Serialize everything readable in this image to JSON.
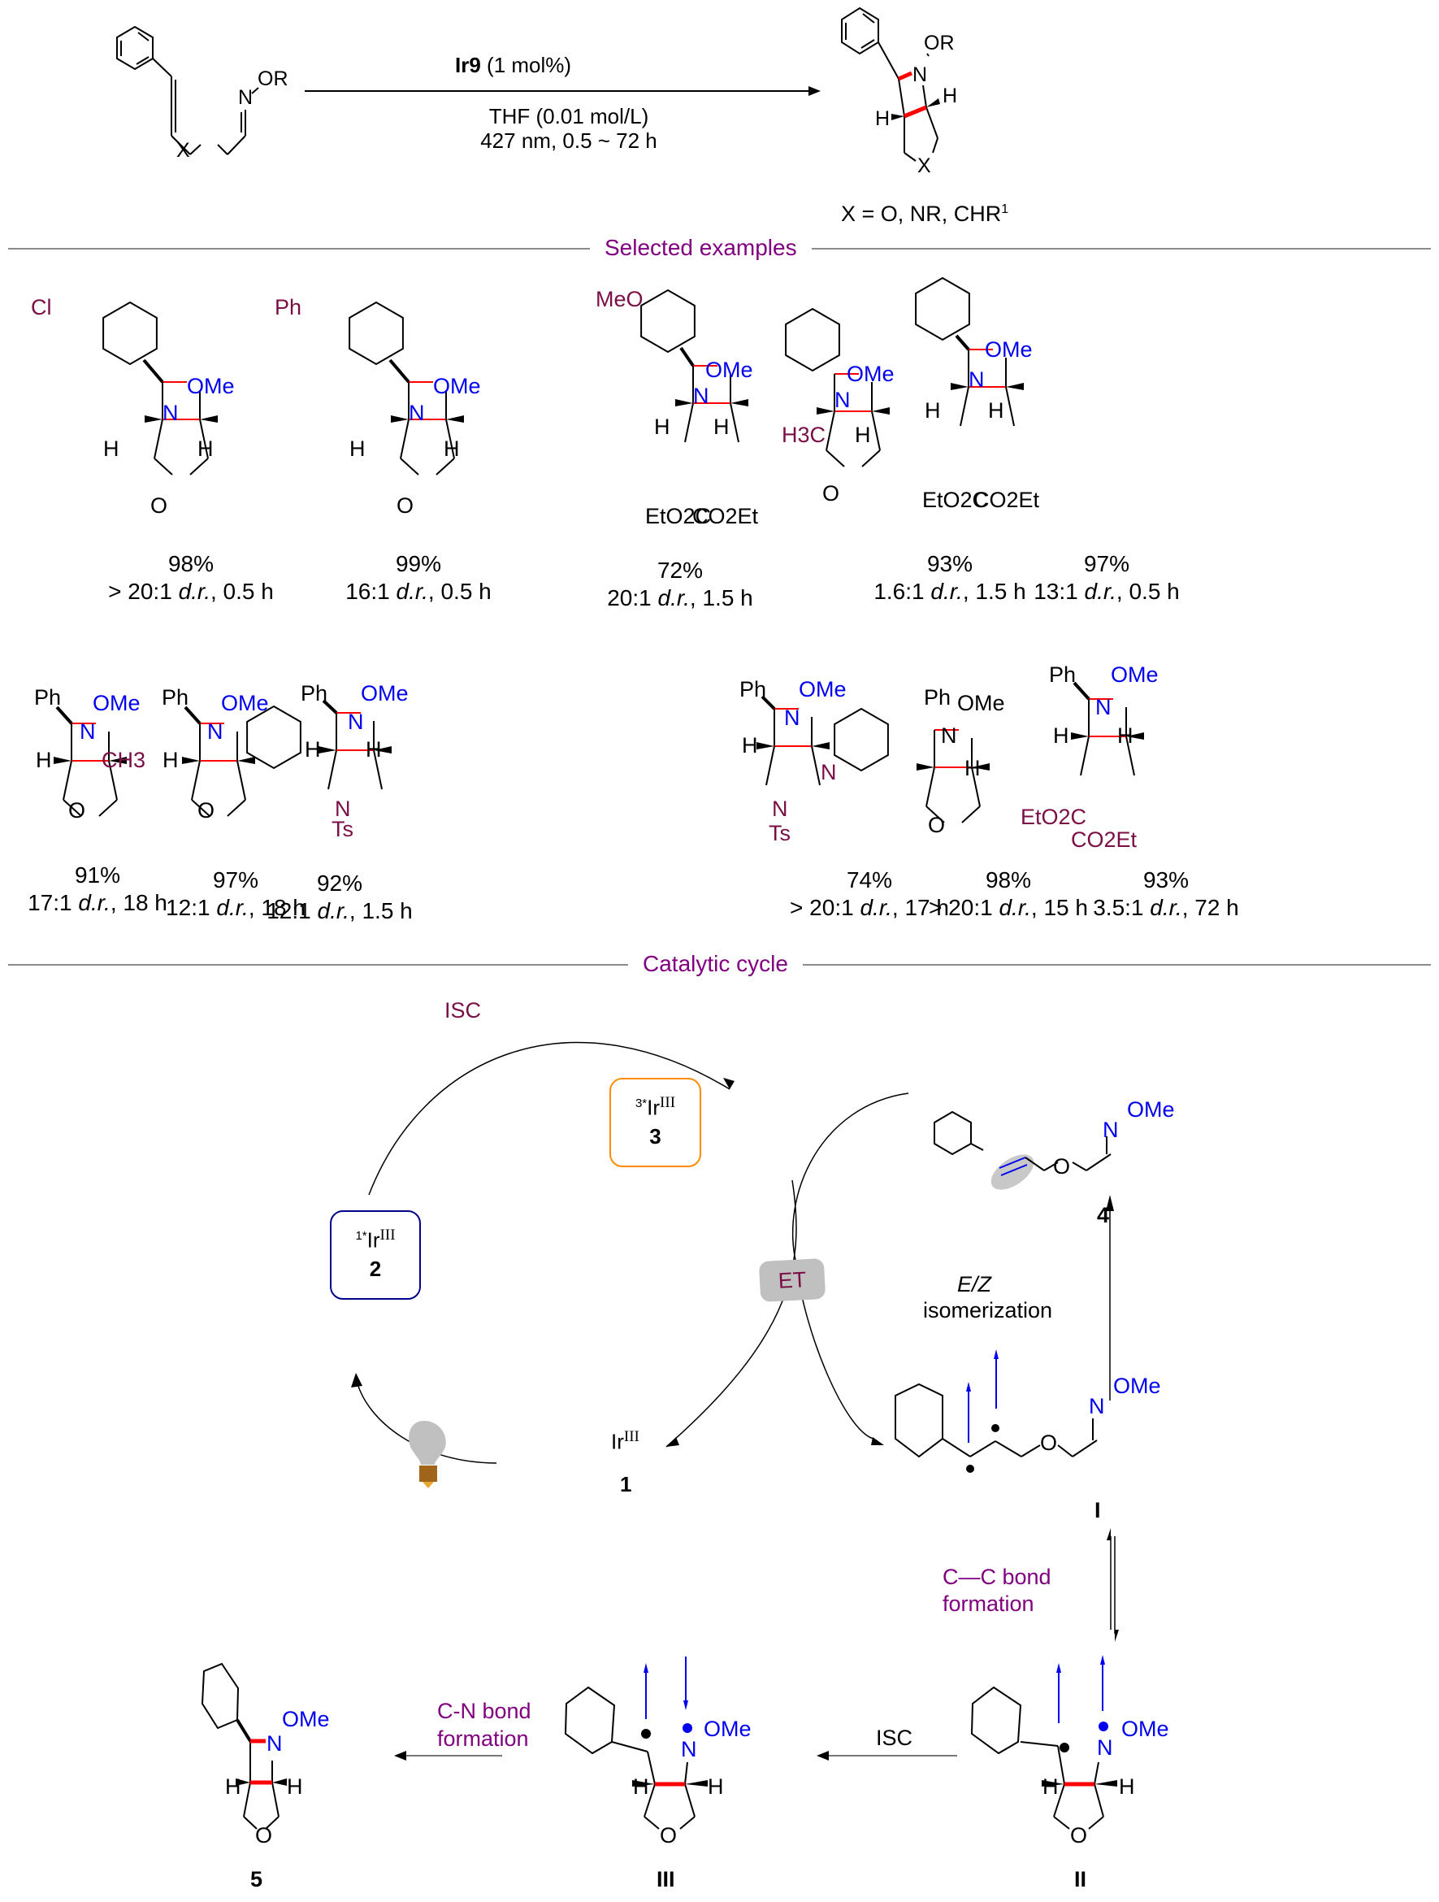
{
  "reaction": {
    "catalyst_label": "Ir9",
    "catalyst_loading": "(1 mol%)",
    "solvent": "THF (0.01 mol/L)",
    "conditions": "427 nm, 0.5 ~ 72 h",
    "substrate_substituent": "OR",
    "substrate_linker": "X",
    "product_substituent": "OR",
    "product_h": "H",
    "product_linker": "X",
    "x_definition": "X = O, NR, CHR",
    "x_definition_sup": "1"
  },
  "sections": {
    "examples_title": "Selected examples",
    "cycle_title": "Catalytic cycle"
  },
  "examples": [
    {
      "substituent": "Cl",
      "n_group": "OMe",
      "yield": "98%",
      "conditions": {
        "dr": "> 20:1",
        "dr_label": "d.r.",
        "time": ", 0.5 h"
      }
    },
    {
      "substituent": "Ph",
      "n_group": "OMe",
      "yield": "99%",
      "conditions": {
        "dr": "16:1",
        "dr_label": "d.r.",
        "time": ", 0.5 h"
      }
    },
    {
      "substituent": "MeO",
      "n_group": "OMe",
      "ester_left": "EtO2C",
      "ester_right": "CO2Et",
      "yield": "72%",
      "conditions": {
        "dr": "20:1",
        "dr_label": "d.r.",
        "time": ", 1.5 h"
      }
    },
    {
      "substituent": "H3C",
      "n_group": "OMe",
      "yield": "93%",
      "conditions": {
        "dr": "1.6:1",
        "dr_label": "d.r.",
        "time": ", 1.5 h"
      }
    },
    {
      "n_group": "OMe",
      "ester_left": "EtO2C",
      "ester_right": "CO2Et",
      "yield": "97%",
      "conditions": {
        "dr": "13:1",
        "dr_label": "d.r.",
        "time": ", 0.5 h"
      }
    },
    {
      "ph": "Ph",
      "n_group": "OMe",
      "substituent": "CH3",
      "yield": "91%",
      "conditions": {
        "dr": "17:1",
        "dr_label": "d.r.",
        "time": ", 18 h"
      }
    },
    {
      "ph": "Ph",
      "n_group": "OMe",
      "yield": "97%",
      "conditions": {
        "dr": "12:1",
        "dr_label": "d.r.",
        "time": ", 18 h"
      }
    },
    {
      "ph": "Ph",
      "n_group": "OMe",
      "ring_n": "N",
      "ring_ts": "Ts",
      "yield": "92%",
      "conditions": {
        "dr": "12:1",
        "dr_label": "d.r.",
        "time": ", 1.5 h"
      }
    },
    {
      "ph": "Ph",
      "n_group": "OMe",
      "ring_n": "N",
      "ring_ts": "Ts",
      "pyridine_n": "N",
      "yield": "74%",
      "conditions": {
        "dr": "> 20:1",
        "dr_label": "d.r.",
        "time": ", 17 h"
      }
    },
    {
      "ph": "Ph",
      "n_group": "OMe",
      "yield": "98%",
      "conditions": {
        "dr": "> 20:1",
        "dr_label": "d.r.",
        "time": ", 15 h"
      }
    },
    {
      "ph": "Ph",
      "n_group": "OMe",
      "ester_left": "EtO2C",
      "ester_right": "CO2Et",
      "yield": "93%",
      "conditions": {
        "dr": "3.5:1",
        "dr_label": "d.r.",
        "time": ", 72 h"
      }
    }
  ],
  "cycle": {
    "isc_top": "ISC",
    "state2": {
      "prefix": "1*",
      "metal": "Ir",
      "ox": "III",
      "number": "2"
    },
    "state3": {
      "prefix": "3*",
      "metal": "Ir",
      "ox": "III",
      "number": "3"
    },
    "state1": {
      "metal": "Ir",
      "ox": "III",
      "number": "1"
    },
    "et_label": "ET",
    "ez_label_italic": "E/Z",
    "ez_label": "isomerization",
    "compound4": {
      "n_group": "OMe",
      "number": "4"
    },
    "intermediateI": {
      "n_group": "OMe",
      "number": "I"
    },
    "cc_bond": "C—C bond",
    "cc_bond2": "formation",
    "intermediateII": {
      "n_group": "OMe",
      "number": "II"
    },
    "isc_bottom": "ISC",
    "intermediateIII": {
      "n_group": "OMe",
      "number": "III"
    },
    "cn_bond": "C-N bond",
    "cn_bond2": "formation",
    "product5": {
      "n_group": "OMe",
      "number": "5"
    }
  },
  "colors": {
    "new_bond": "#ff0000",
    "heteroatom": "#0000ee",
    "variation": "#7a0f45",
    "section_title": "#800080",
    "state2_border": "#00008b",
    "state3_border": "#ff8c00",
    "et_bg": "#c0c0c0"
  }
}
